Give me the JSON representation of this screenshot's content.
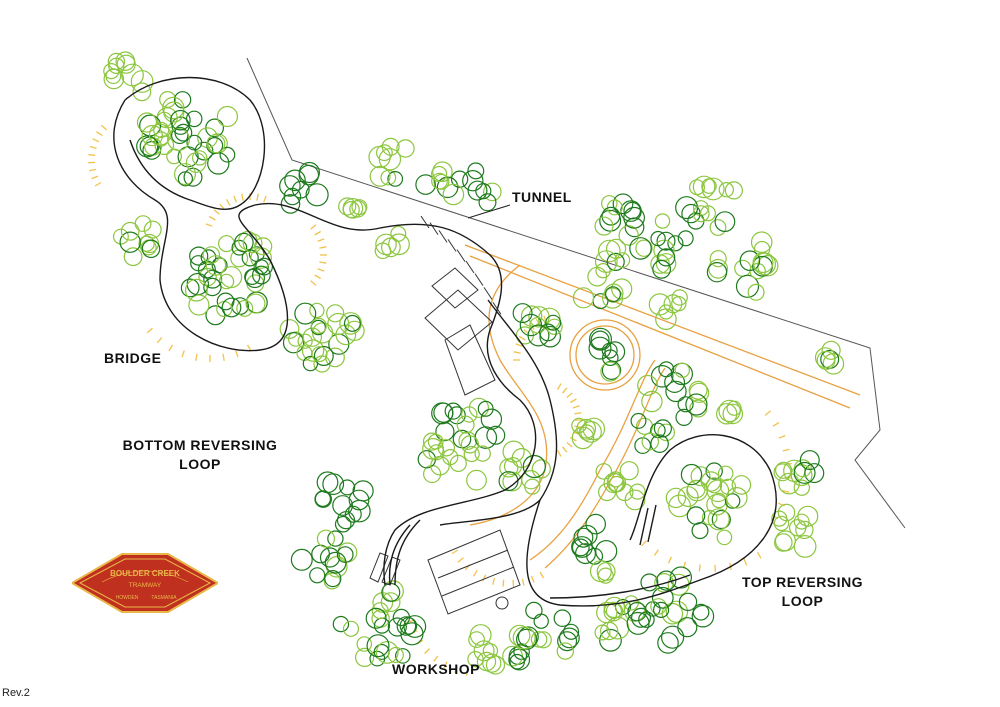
{
  "labels": {
    "tunnel": "TUNNEL",
    "bridge": "BRIDGE",
    "bottom_loop_line1": "BOTTOM REVERSING",
    "bottom_loop_line2": "LOOP",
    "top_loop_line1": "TOP REVERSING",
    "top_loop_line2": "LOOP",
    "workshop": "WORKSHOP"
  },
  "revision": "Rev.2",
  "logo": {
    "line1": "BOULDER CREEK",
    "line2": "TRAMWAY",
    "line3_left": "HOWDEN",
    "line3_right": "TASMANIA"
  },
  "colors": {
    "track": "#1a1a1a",
    "path": "#e8a040",
    "bank_hatch": "#f2c24a",
    "tree_light": "#8cc63f",
    "tree_dark": "#1e7a1e",
    "boundary": "#555555",
    "logo_red": "#c0301e",
    "logo_gold": "#e9b84a"
  }
}
